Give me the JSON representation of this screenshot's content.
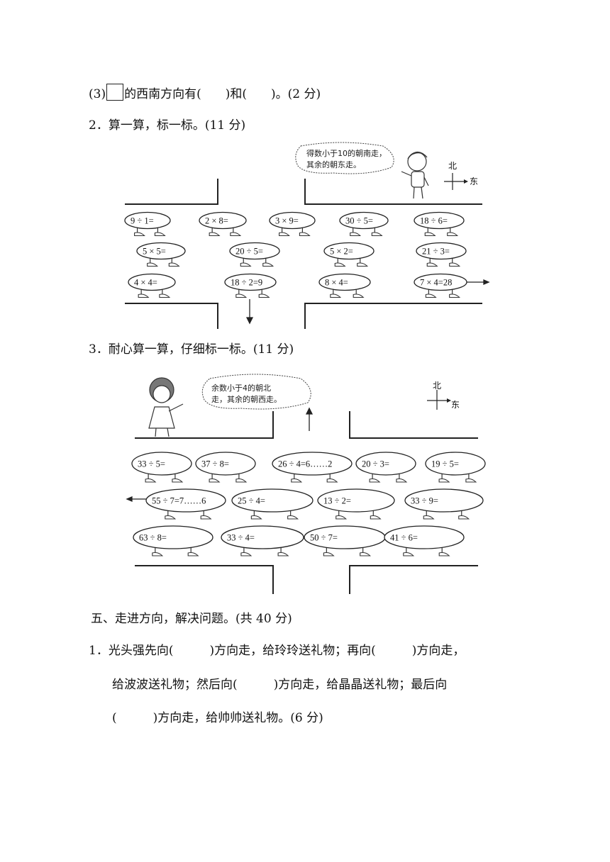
{
  "q3": {
    "text": "(3)▢的西南方向有(　　)和(　　)。(2 分)",
    "prefix": "(3)",
    "suffix": "的西南方向有(　　)和(　　)。(2 分)"
  },
  "section2": {
    "title": "2．算一算，标一标。(11 分)",
    "bubble": [
      "得数小于10的朝南走，",
      "其余的朝东走。"
    ],
    "compass": {
      "north": "北",
      "east": "东"
    },
    "rows": [
      [
        "9 ÷ 1=",
        "2 × 8=",
        "3 × 9=",
        "30 ÷ 5=",
        "18 ÷ 6="
      ],
      [
        "5 × 5=",
        "20 ÷ 5=",
        "5 × 2=",
        "21 ÷ 3="
      ],
      [
        "4 × 4=",
        "18 ÷ 2=9",
        "8 × 4=",
        "7 × 4=28"
      ]
    ]
  },
  "section3": {
    "title": "3．耐心算一算，仔细标一标。(11 分)",
    "bubble": [
      "余数小于4的朝北",
      "走，其余的朝西走。"
    ],
    "compass": {
      "north": "北",
      "east": "东"
    },
    "rows": [
      [
        "33 ÷ 5=",
        "37 ÷ 8=",
        "26 ÷ 4=6……2",
        "20 ÷ 3=",
        "19 ÷ 5="
      ],
      [
        "55 ÷ 7=7……6",
        "25 ÷ 4=",
        "13 ÷ 2=",
        "33 ÷ 9="
      ],
      [
        "63 ÷ 8=",
        "33 ÷ 4=",
        "50 ÷ 7=",
        "41 ÷ 6="
      ]
    ]
  },
  "section5": {
    "title": "五、走进方向，解决问题。(共 40 分)",
    "q1_lines": [
      "1．光头强先向(　　　)方向走，给玲玲送礼物；再向(　　　)方向走，",
      "给波波送礼物；然后向(　　　)方向走，给晶晶送礼物；最后向",
      "(　　　)方向走，给帅帅送礼物。(6 分)"
    ]
  }
}
